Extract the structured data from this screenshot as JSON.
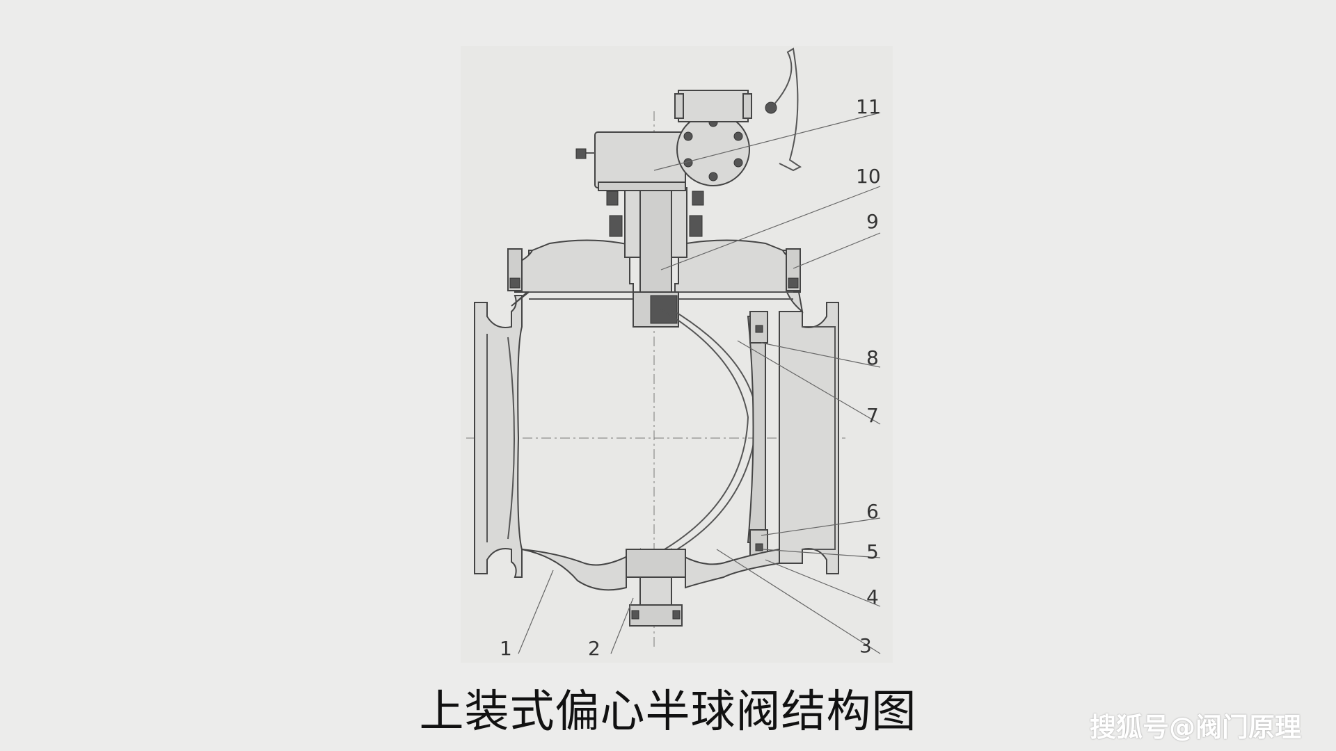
{
  "caption": "上装式偏心半球阀结构图",
  "watermark": "搜狐号@阀门原理",
  "part_labels": [
    "1",
    "2",
    "3",
    "4",
    "5",
    "6",
    "7",
    "8",
    "9",
    "10",
    "11"
  ]
}
